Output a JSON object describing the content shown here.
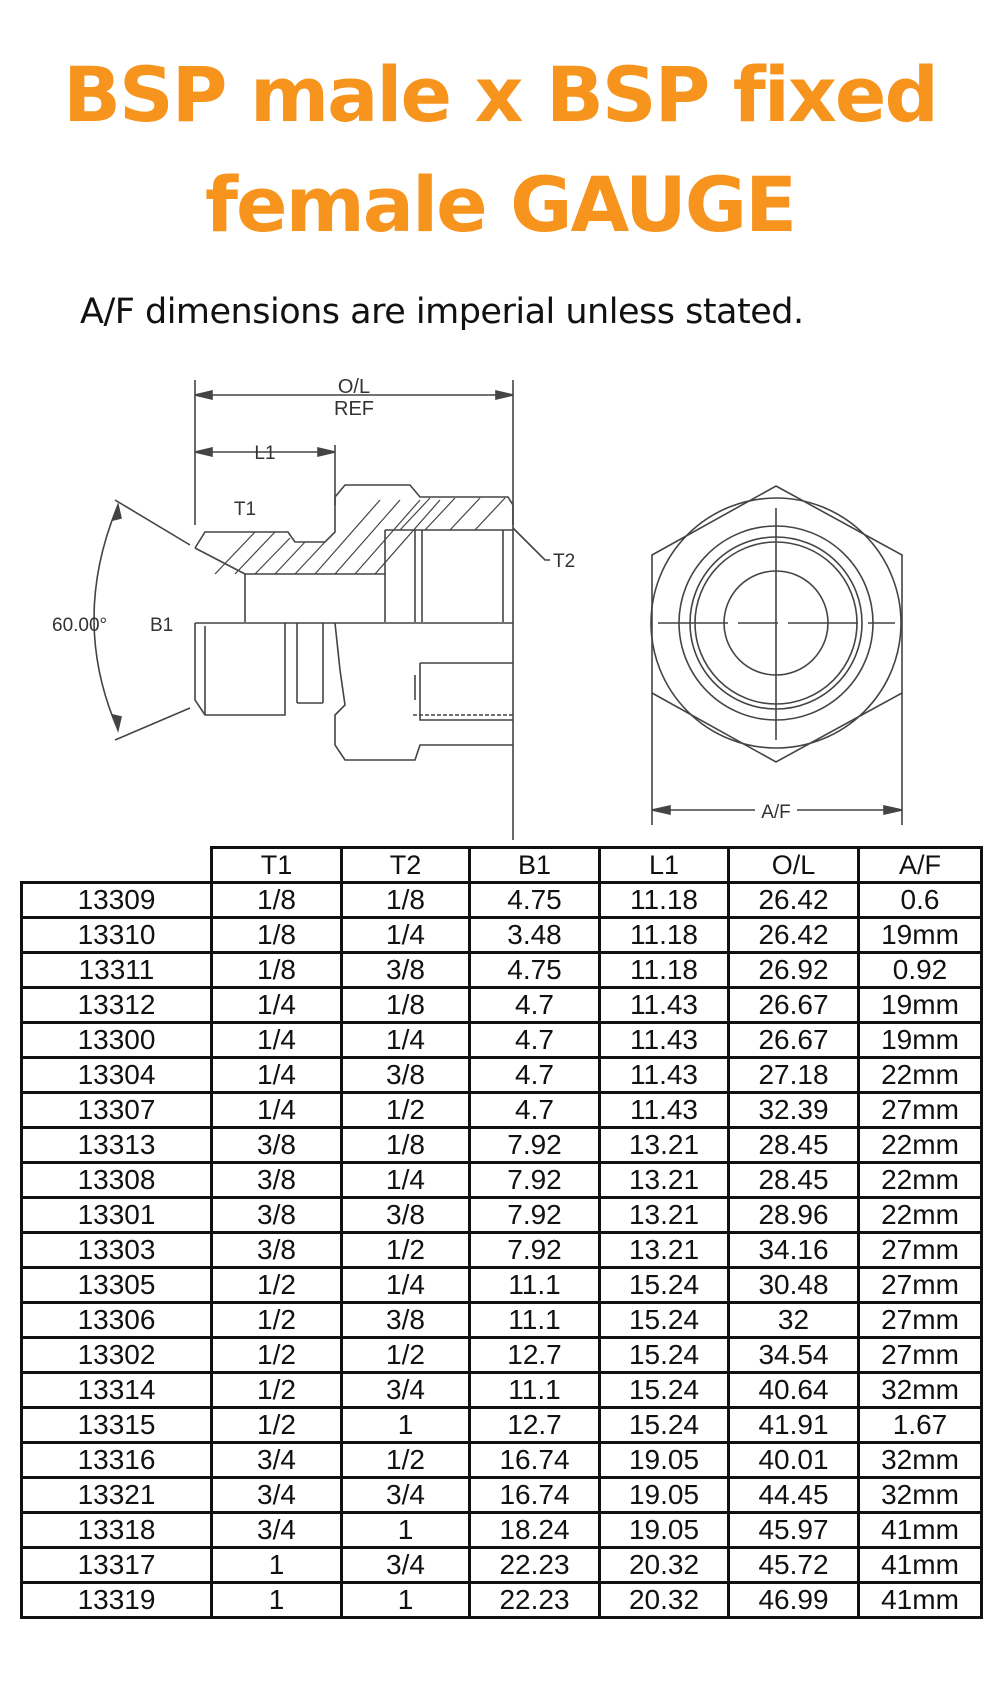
{
  "title": {
    "line1": "BSP male x BSP fixed",
    "line2": "female GAUGE",
    "color": "#F7941D"
  },
  "subtitle": "A/F dimensions are imperial unless stated.",
  "drawing": {
    "labels": {
      "overall_length": "O/L",
      "ref": "REF",
      "l1": "L1",
      "t1": "T1",
      "t2": "T2",
      "b1": "B1",
      "angle": "60.00°",
      "af": "A/F"
    }
  },
  "table": {
    "headers": [
      "",
      "T1",
      "T2",
      "B1",
      "L1",
      "O/L",
      "A/F"
    ],
    "rows": [
      [
        "13309",
        "1/8",
        "1/8",
        "4.75",
        "11.18",
        "26.42",
        "0.6"
      ],
      [
        "13310",
        "1/8",
        "1/4",
        "3.48",
        "11.18",
        "26.42",
        "19mm"
      ],
      [
        "13311",
        "1/8",
        "3/8",
        "4.75",
        "11.18",
        "26.92",
        "0.92"
      ],
      [
        "13312",
        "1/4",
        "1/8",
        "4.7",
        "11.43",
        "26.67",
        "19mm"
      ],
      [
        "13300",
        "1/4",
        "1/4",
        "4.7",
        "11.43",
        "26.67",
        "19mm"
      ],
      [
        "13304",
        "1/4",
        "3/8",
        "4.7",
        "11.43",
        "27.18",
        "22mm"
      ],
      [
        "13307",
        "1/4",
        "1/2",
        "4.7",
        "11.43",
        "32.39",
        "27mm"
      ],
      [
        "13313",
        "3/8",
        "1/8",
        "7.92",
        "13.21",
        "28.45",
        "22mm"
      ],
      [
        "13308",
        "3/8",
        "1/4",
        "7.92",
        "13.21",
        "28.45",
        "22mm"
      ],
      [
        "13301",
        "3/8",
        "3/8",
        "7.92",
        "13.21",
        "28.96",
        "22mm"
      ],
      [
        "13303",
        "3/8",
        "1/2",
        "7.92",
        "13.21",
        "34.16",
        "27mm"
      ],
      [
        "13305",
        "1/2",
        "1/4",
        "11.1",
        "15.24",
        "30.48",
        "27mm"
      ],
      [
        "13306",
        "1/2",
        "3/8",
        "11.1",
        "15.24",
        "32",
        "27mm"
      ],
      [
        "13302",
        "1/2",
        "1/2",
        "12.7",
        "15.24",
        "34.54",
        "27mm"
      ],
      [
        "13314",
        "1/2",
        "3/4",
        "11.1",
        "15.24",
        "40.64",
        "32mm"
      ],
      [
        "13315",
        "1/2",
        "1",
        "12.7",
        "15.24",
        "41.91",
        "1.67"
      ],
      [
        "13316",
        "3/4",
        "1/2",
        "16.74",
        "19.05",
        "40.01",
        "32mm"
      ],
      [
        "13321",
        "3/4",
        "3/4",
        "16.74",
        "19.05",
        "44.45",
        "32mm"
      ],
      [
        "13318",
        "3/4",
        "1",
        "18.24",
        "19.05",
        "45.97",
        "41mm"
      ],
      [
        "13317",
        "1",
        "3/4",
        "22.23",
        "20.32",
        "45.72",
        "41mm"
      ],
      [
        "13319",
        "1",
        "1",
        "22.23",
        "20.32",
        "46.99",
        "41mm"
      ]
    ]
  }
}
